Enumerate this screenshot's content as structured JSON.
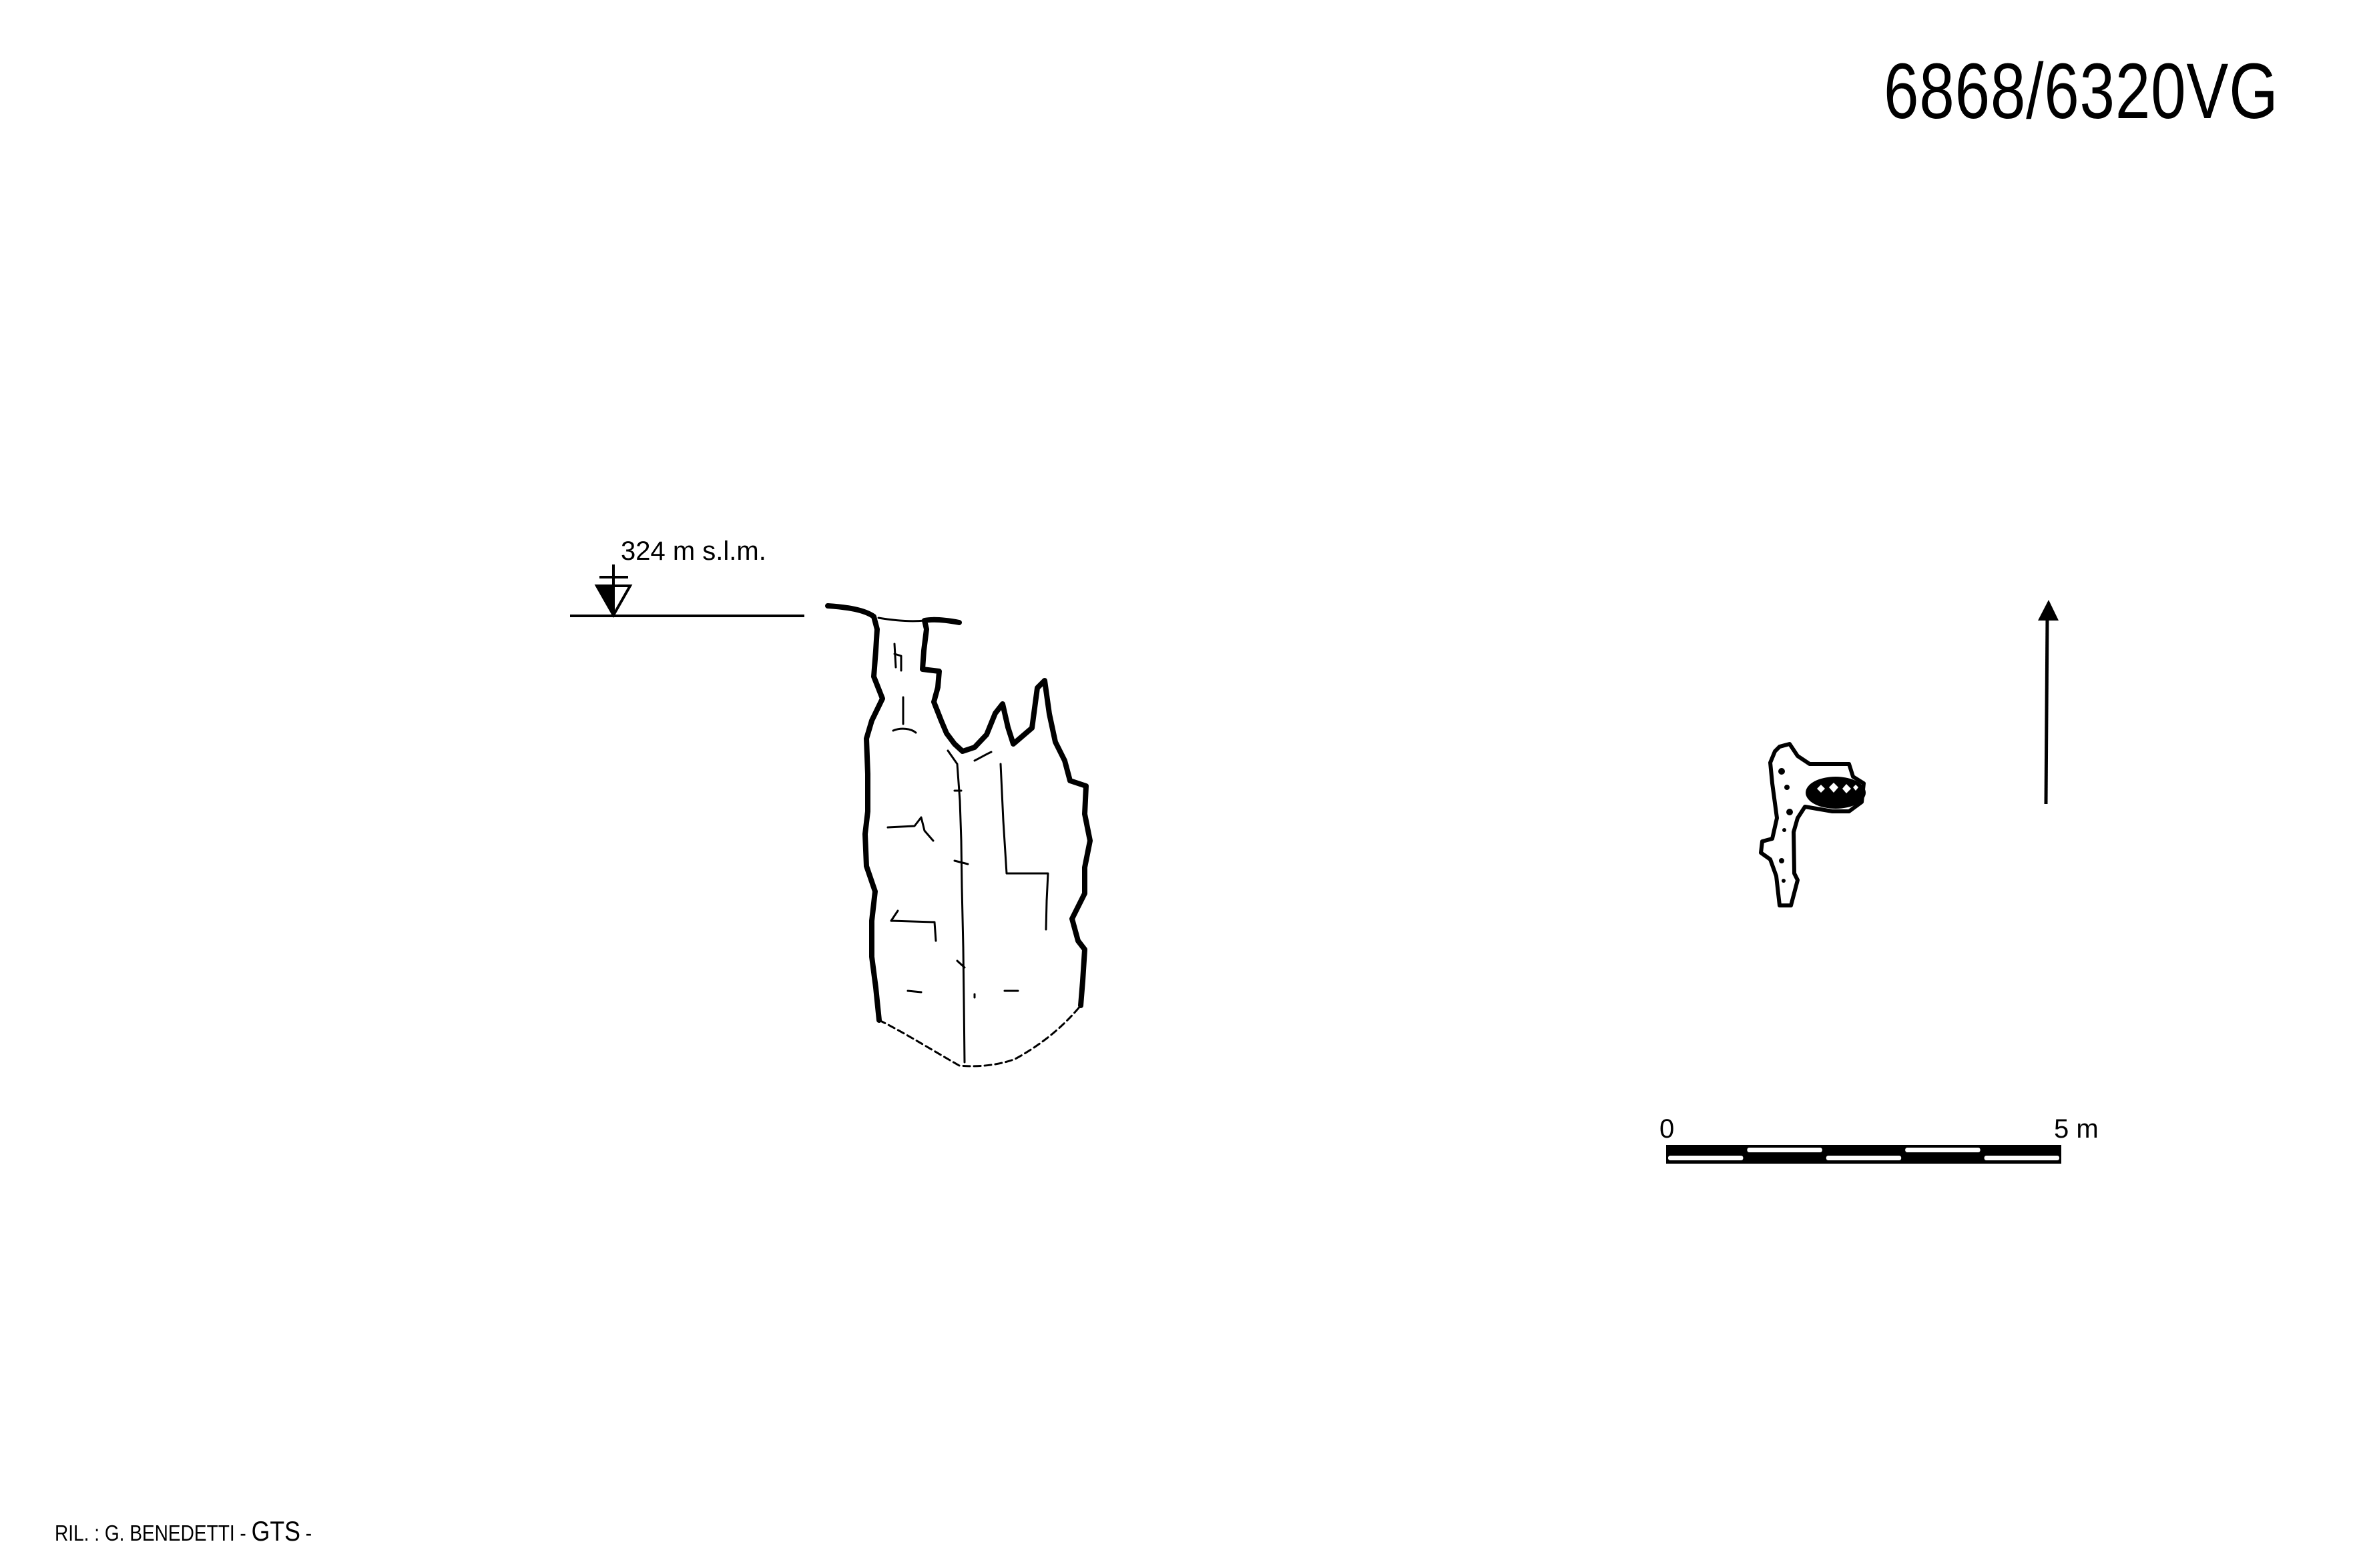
{
  "title": "6868/6320VG",
  "section": {
    "elevation_label": "324 m s.l.m."
  },
  "scale_bar": {
    "start_label": "0",
    "end_label": "5 m",
    "segments": 5
  },
  "credit": {
    "prefix": "RIL. : G. BENEDETTI -",
    "group": "GTS",
    "suffix": "-"
  },
  "colors": {
    "ink": "#000000",
    "paper": "#ffffff"
  }
}
